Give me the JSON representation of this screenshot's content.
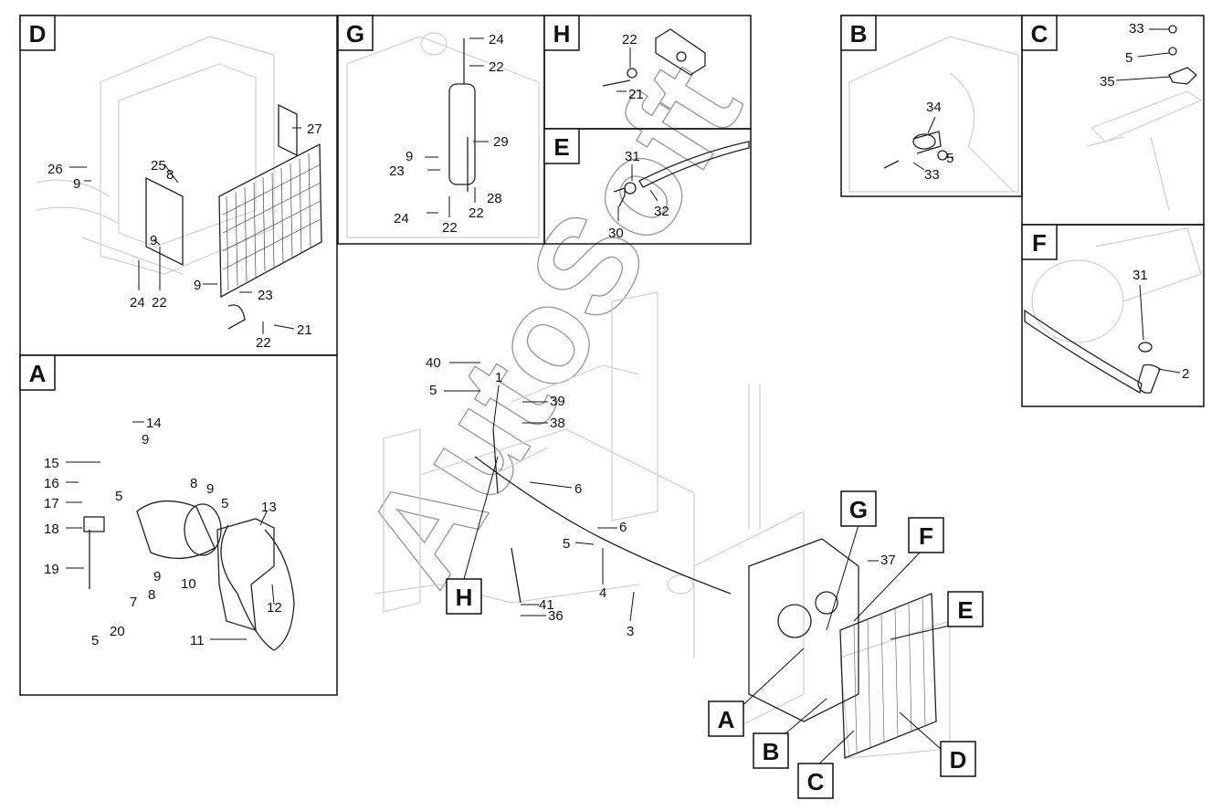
{
  "watermark": "AutoSoft",
  "panels": [
    {
      "id": "D",
      "labels": [
        "26",
        "9",
        "25",
        "8",
        "27",
        "9",
        "9",
        "24",
        "22",
        "23",
        "22",
        "21"
      ]
    },
    {
      "id": "A",
      "labels": [
        "14",
        "9",
        "15",
        "16",
        "17",
        "18",
        "19",
        "5",
        "8",
        "9",
        "5",
        "13",
        "9",
        "8",
        "10",
        "7",
        "12",
        "20",
        "11",
        "5"
      ]
    },
    {
      "id": "G",
      "labels": [
        "24",
        "22",
        "29",
        "9",
        "23",
        "28",
        "24",
        "22",
        "22"
      ]
    },
    {
      "id": "H",
      "labels": [
        "22",
        "21"
      ]
    },
    {
      "id": "E",
      "labels": [
        "31",
        "30",
        "32"
      ]
    },
    {
      "id": "B",
      "labels": [
        "34",
        "5",
        "33"
      ]
    },
    {
      "id": "C",
      "labels": [
        "33",
        "5",
        "35"
      ]
    },
    {
      "id": "F",
      "labels": [
        "31",
        "2"
      ]
    }
  ],
  "main_view": {
    "part_labels": [
      "40",
      "5",
      "1",
      "39",
      "38",
      "6",
      "6",
      "5",
      "4",
      "41",
      "36",
      "3",
      "37"
    ],
    "callouts": [
      "H",
      "G",
      "F",
      "E",
      "A",
      "B",
      "C",
      "D"
    ]
  }
}
